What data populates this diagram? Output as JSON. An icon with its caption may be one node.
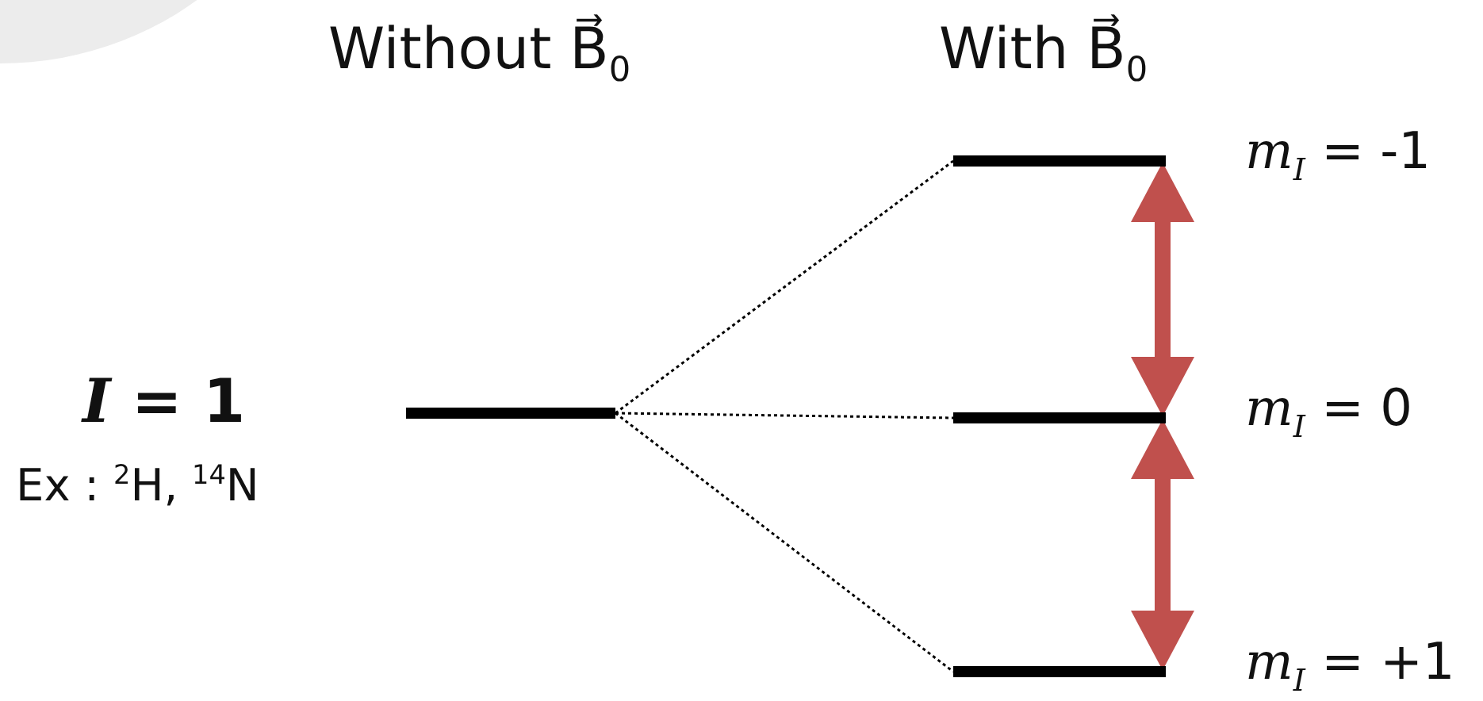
{
  "diagram": {
    "nodes": [
      {
        "text": [],
        "shape": "bar"
      },
      {
        "text": [],
        "shape": "bar",
        "beside": [
          "*m*$_{I}$ = -1"
        ]
      },
      {
        "text": [],
        "shape": "bar",
        "beside": [
          "*m*$_{I}$ = 0"
        ]
      },
      {
        "text": [],
        "shape": "bar",
        "beside": [
          "*m*$_{I}$ = +1"
        ]
      }
    ],
    "edges": [
      {
        "from": 0,
        "to": 1,
        "arrow": "none",
        "style": "dashed"
      },
      {
        "from": 0,
        "to": 2,
        "arrow": "none",
        "style": "dashed"
      },
      {
        "from": 0,
        "to": 3,
        "arrow": "none",
        "style": "dashed"
      },
      {
        "from": 1,
        "to": 2,
        "arrow": "both",
        "style": "thick",
        "color": "#c0504d"
      },
      {
        "from": 2,
        "to": 3,
        "arrow": "both",
        "style": "thick",
        "color": "#c0504d"
      }
    ],
    "labels": [
      "Without B⃗$_{0}$",
      "With B⃗$_{0}$",
      "*I* = 1",
      "Ex : $^{2}$H, $^{14}$N"
    ]
  }
}
